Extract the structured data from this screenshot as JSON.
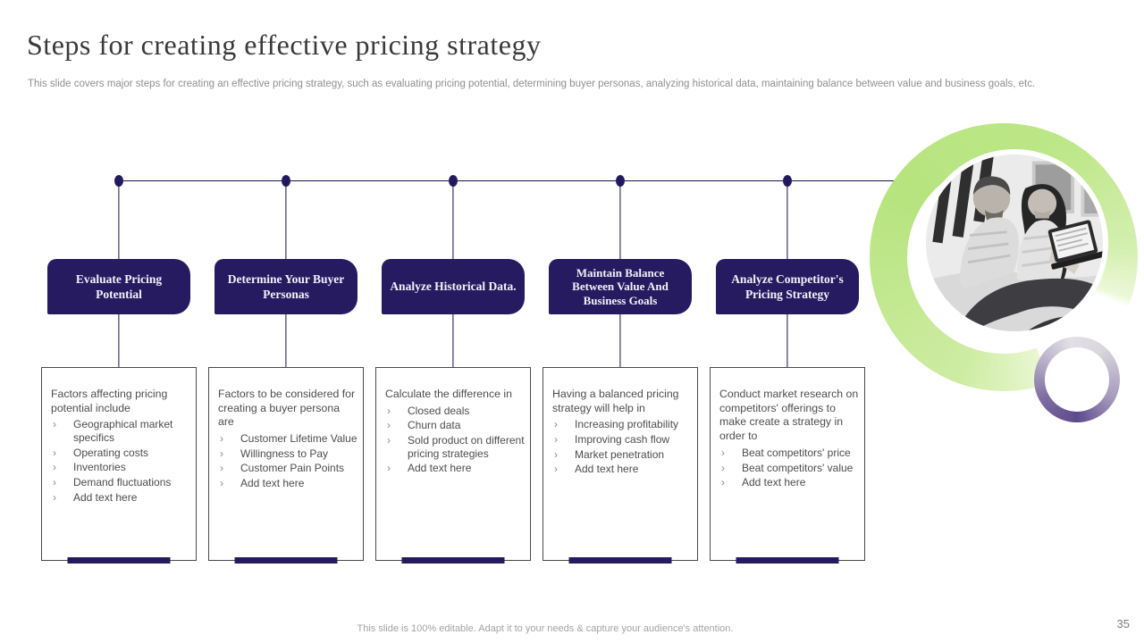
{
  "slide": {
    "title": "Steps for creating effective pricing strategy",
    "subtitle": "This slide covers major steps for creating an effective pricing strategy, such as evaluating pricing potential, determining buyer personas, analyzing historical data, maintaining balance between value and business goals, etc.",
    "footer_note": "This slide is 100% editable.  Adapt it to your needs & capture your audience's attention.",
    "page_number": "35"
  },
  "ui": {
    "bullet_marker": "›"
  },
  "colors": {
    "accent_dark_purple": "#261a60",
    "connector_line": "#17114d",
    "green_ring": "#b7e47f",
    "purple_ring": "#5d4a8c",
    "body_text": "#4d4d4d",
    "muted_text": "#8f8f8f"
  },
  "steps": [
    {
      "title": "Evaluate Pricing Potential",
      "intro": "Factors affecting pricing potential include",
      "bullets": [
        "Geographical market specifics",
        "Operating costs",
        "Inventories",
        "Demand fluctuations",
        "Add text here"
      ]
    },
    {
      "title": "Determine Your Buyer Personas",
      "intro": "Factors to be considered for creating a buyer persona are",
      "bullets": [
        "Customer Lifetime Value",
        "Willingness to Pay",
        "Customer Pain Points",
        "Add text here"
      ]
    },
    {
      "title": "Analyze Historical Data.",
      "intro": "Calculate the difference in",
      "bullets": [
        "Closed deals",
        "Churn data",
        "Sold product on different pricing strategies",
        "Add text here"
      ]
    },
    {
      "title": "Maintain Balance Between Value And Business Goals",
      "intro": "Having a balanced pricing strategy will help in",
      "bullets": [
        "Increasing profitability",
        "Improving cash flow",
        "Market penetration",
        "Add text here"
      ]
    },
    {
      "title": "Analyze Competitor's Pricing Strategy",
      "intro": "Conduct market research on competitors' offerings to make create a strategy in order to",
      "bullets": [
        "Beat competitors' price",
        "Beat competitors' value",
        "Add text here"
      ]
    }
  ]
}
